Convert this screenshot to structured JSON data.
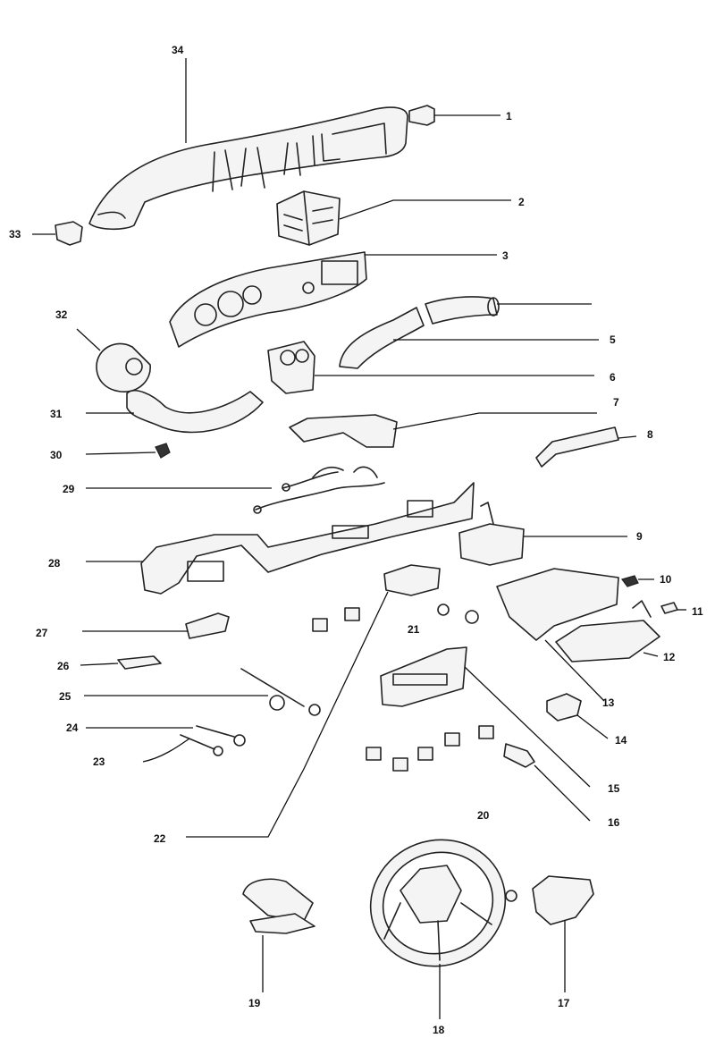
{
  "callouts": [
    "1",
    "2",
    "3",
    "5",
    "6",
    "7",
    "8",
    "9",
    "10",
    "11",
    "12",
    "13",
    "14",
    "15",
    "16",
    "17",
    "18",
    "19",
    "20",
    "21",
    "22",
    "23",
    "24",
    "25",
    "26",
    "27",
    "28",
    "29",
    "30",
    "31",
    "32",
    "33",
    "34"
  ]
}
